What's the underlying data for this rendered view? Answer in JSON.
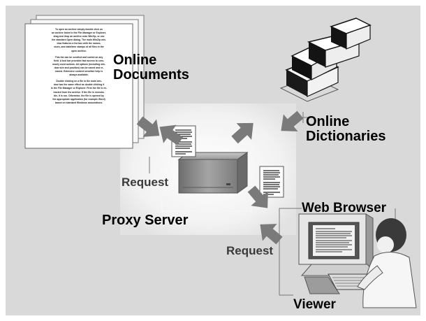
{
  "diagram": {
    "labels": {
      "online_documents": [
        "Online",
        "Documents"
      ],
      "online_dictionaries": [
        "Online",
        "Dictionaries"
      ],
      "proxy_server": "Proxy Server",
      "request_1": "Request",
      "request_2": "Request",
      "web_browser": "Web Browser",
      "viewer": "Viewer"
    },
    "document_text": [
      "To open an archive simply double click on",
      "an archive listed in the File Manager or Explorer,",
      "drag and drop an archive onto WinZip, or use",
      "the standard Open dialog. The main WinZip win-",
      "dow features a list box with the names,",
      "sizes, and date/time stamps of all files in the",
      "open archive.",
      "This list can be scrolled and sorted on any",
      "field. A tool bar provides fast access to com-",
      "monly used actions. All options (including win-",
      "dow size and position) can be saved and re-",
      "stored. Extensive context sensitive help is",
      "always available.",
      "Double clicking on a file in the main win-",
      "dow has the same effect as double clicking it",
      "in the File Manager or Explorer. First the file is ex-",
      "tracted from the archive. If the file is executa-",
      "ble, it is run. Otherwise, the file is opened by",
      "the appropriate application (for example Word)",
      "based on standard Windows associations."
    ],
    "colors": {
      "background": "#d9d9d9",
      "proxy_zone": "#eeeeee",
      "arrow": "#7a7a7a",
      "server": "#8c8c8c"
    }
  }
}
